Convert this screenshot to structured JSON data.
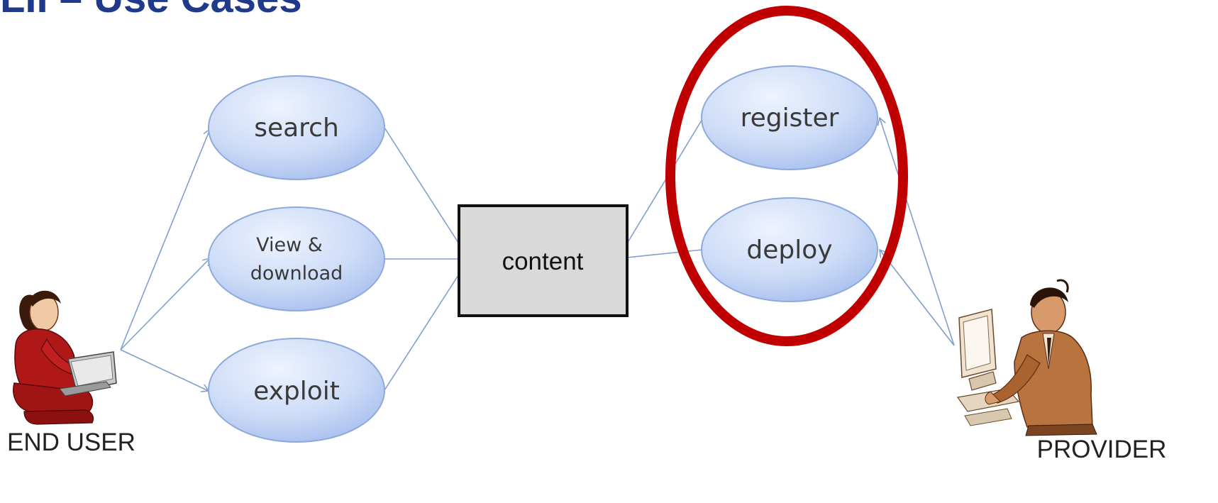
{
  "slide": {
    "title": "LII – Use Cases"
  },
  "actors": {
    "end_user": {
      "label": "END USER",
      "icon": "woman-with-laptop-icon"
    },
    "provider": {
      "label": "PROVIDER",
      "icon": "man-at-computer-icon"
    }
  },
  "use_cases": {
    "search": "search",
    "view_download": {
      "line1": "View &",
      "line2": "download"
    },
    "exploit": "exploit",
    "register": "register",
    "deploy": "deploy"
  },
  "content_box": {
    "label": "content"
  },
  "colors": {
    "title": "#1f3a8a",
    "usecase_fill_light": "#eef3ff",
    "usecase_fill_dark": "#b9cdf2",
    "usecase_stroke": "#8eaadb",
    "connector": "#7f9fcf",
    "highlight": "#c00000",
    "content_fill": "#d9d9d9",
    "content_stroke": "#111111"
  }
}
